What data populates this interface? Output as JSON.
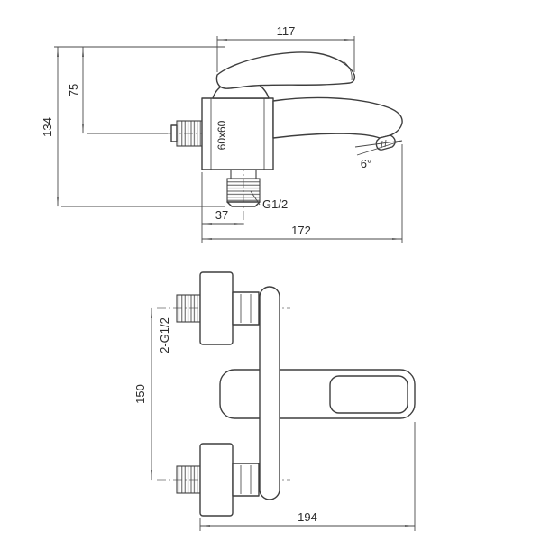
{
  "drawing": {
    "background": "#ffffff",
    "line_color": "#3e3e3e",
    "dim_color": "#4a4a4a",
    "side_view": {
      "dim_handle_length": "117",
      "dim_handle_height": "75",
      "dim_total_height": "134",
      "label_body_section": "60x60",
      "label_spout_angle": "6°",
      "label_outlet_thread": "G1/2",
      "dim_outlet_offset": "37",
      "dim_total_length": "172"
    },
    "plan_view": {
      "label_inlet_threads": "2-G1/2",
      "dim_inlet_spacing": "150",
      "dim_total_projection": "194"
    }
  }
}
